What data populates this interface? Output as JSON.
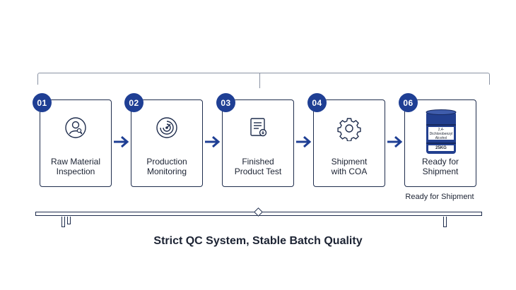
{
  "steps": [
    {
      "number": "01",
      "label_line1": "Raw Material",
      "label_line2": "Inspection",
      "icon": "inspector-person-icon"
    },
    {
      "number": "02",
      "label_line1": "Production",
      "label_line2": "Monitoring",
      "icon": "monitoring-target-icon"
    },
    {
      "number": "03",
      "label_line1": "Finished",
      "label_line2": "Product Test",
      "icon": "test-document-icon"
    },
    {
      "number": "04",
      "label_line1": "Shipment",
      "label_line2": "with COA",
      "icon": "gear-icon"
    },
    {
      "number": "06",
      "label_line1": "Ready for",
      "label_line2": "Shipment",
      "icon": "chemical-drum-icon"
    }
  ],
  "drum": {
    "line1": "2,4-Dichlorobenzyl",
    "line2": "Alcohol",
    "weight": "25KG"
  },
  "under_label": "Ready for Shipment",
  "footer_title": "Strict QC System, Stable Batch Quality",
  "colors": {
    "accent": "#1f3f94",
    "stroke": "#1f2d4d",
    "text": "#1c2333"
  }
}
